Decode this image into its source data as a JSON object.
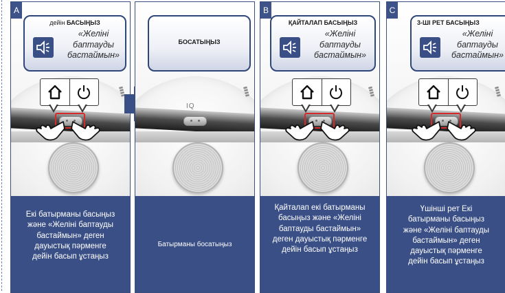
{
  "colors": {
    "navy": "#3a4f86",
    "highlight_red": "#d42a2a",
    "dashed_line": "#6f86b8"
  },
  "panels": [
    {
      "label": "A",
      "callout_prefix": "дейін ",
      "callout_bold": "БАСЫҢЫЗ",
      "callout_quote": "«Желіні баптауды бастаймын»",
      "description": "Екі батырманы басыңыз және «Желіні баптауды бастаймын» деген дауыстық пәрменге дейін басып ұстаңыз",
      "icons": [
        "home-icon",
        "power-icon"
      ]
    },
    {
      "label": "",
      "callout_bold": "БОСАТЫҢЫЗ",
      "description": "Батырманы босатыңыз",
      "logo_text": "IQ"
    },
    {
      "label": "B",
      "callout_bold": "ҚАЙТАЛАП БАСЫҢЫЗ",
      "callout_quote": "«Желіні баптауды бастаймын»",
      "description": "Қайталап екі батырманы басыңыз және «Желіні баптауды бастаймын» деген дауыстық пәрменге дейін басып ұстаңыз",
      "icons": [
        "home-icon",
        "power-icon"
      ]
    },
    {
      "label": "C",
      "callout_bold": "3-ШІ РЕТ БАСЫҢЫЗ",
      "callout_quote": "«Желіні баптауды бастаймын»",
      "description": "Үшінші рет Екі батырманы басыңыз және «Желіні баптауды бастаймын» деген дауыстық пәрменге дейін басып ұстаңыз",
      "icons": [
        "home-icon",
        "power-icon"
      ]
    }
  ],
  "icons": {
    "arrow": "right-arrow-icon",
    "speaker": "speaker-icon",
    "hand": "pointing-hand-icon"
  }
}
